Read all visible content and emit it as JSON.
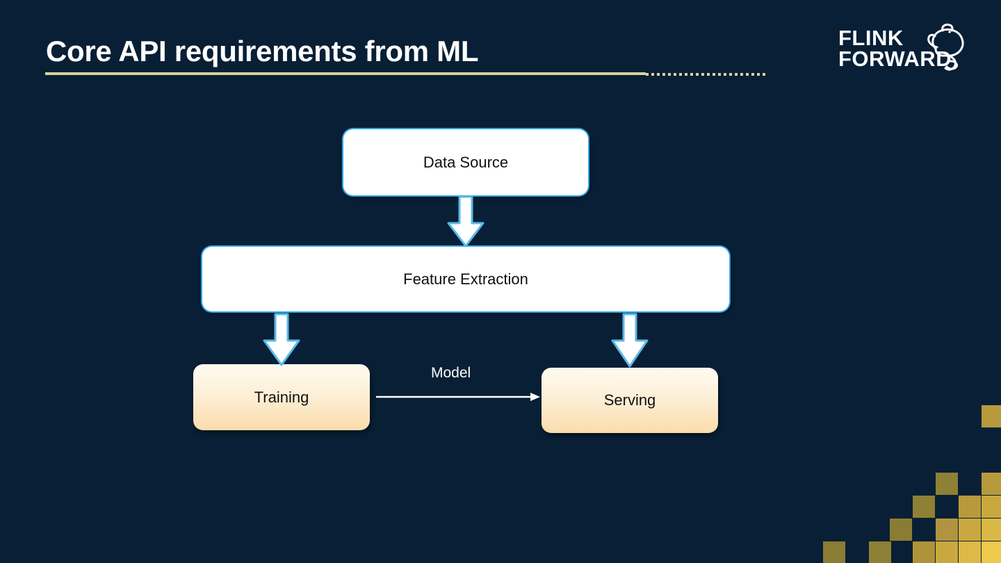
{
  "slide": {
    "title": "Core API requirements from ML",
    "background_color": "#081f35",
    "accent_rule_color": "#d9d49a"
  },
  "logo": {
    "line1": "FLINK",
    "line2": "FORWARD",
    "icon": "squirrel-icon",
    "color": "#ffffff"
  },
  "diagram": {
    "type": "flow",
    "nodes": [
      {
        "id": "data-source",
        "label": "Data Source",
        "style": "white",
        "fill": "#ffffff",
        "border": "#2ea8e6"
      },
      {
        "id": "feature-extraction",
        "label": "Feature Extraction",
        "style": "white",
        "fill": "#ffffff",
        "border": "#2ea8e6"
      },
      {
        "id": "training",
        "label": "Training",
        "style": "orange",
        "fill_top": "#fefaf0",
        "fill_bottom": "#fbdcac"
      },
      {
        "id": "serving",
        "label": "Serving",
        "style": "orange",
        "fill_top": "#fefaf0",
        "fill_bottom": "#fbdcac"
      }
    ],
    "edges": [
      {
        "id": "source-to-feature",
        "from": "data-source",
        "to": "feature-extraction",
        "label": "",
        "kind": "block-arrow-down"
      },
      {
        "id": "feature-to-training",
        "from": "feature-extraction",
        "to": "training",
        "label": "",
        "kind": "block-arrow-down"
      },
      {
        "id": "feature-to-serving",
        "from": "feature-extraction",
        "to": "serving",
        "label": "",
        "kind": "block-arrow-down"
      },
      {
        "id": "training-to-serving",
        "from": "training",
        "to": "serving",
        "label": "Model",
        "kind": "line-arrow-right"
      }
    ]
  },
  "decoration": {
    "name": "gold-checker-pattern",
    "colors": [
      "#8a7c33",
      "#a08c36",
      "#b79a3c",
      "#c9a93f",
      "#d9b845",
      "#e8c24a",
      "#efc94e"
    ]
  }
}
